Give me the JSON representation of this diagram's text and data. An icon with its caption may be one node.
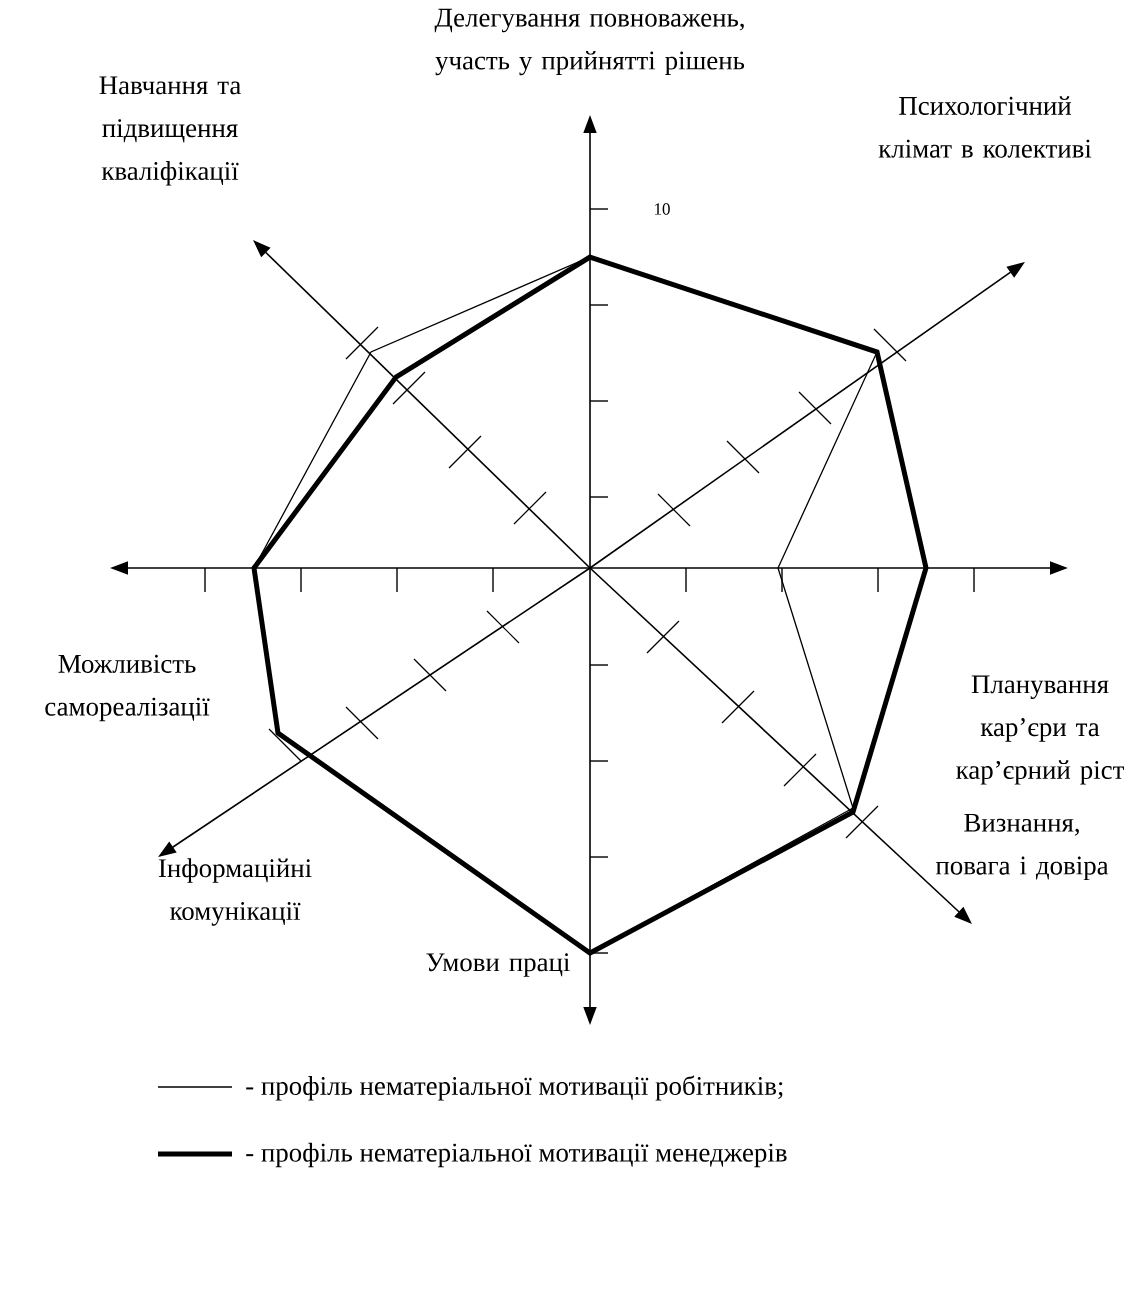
{
  "diagram": {
    "labels": [
      "Делегування повноважень, участь у прийнятті рішень",
      "Навчання та підвищення кваліфікації",
      "Психологічний клімат в колективі",
      "10",
      "Можливість самореалізації",
      "Планування кар’єри та кар’єрний ріст",
      "Інформаційні комунікації",
      "Визнання, повага і довіра",
      "Умови праці"
    ],
    "legend": [
      {
        "text": "- профіль нематеріальної мотивації робітників;"
      },
      {
        "text": "- профіль нематеріальної мотивації менеджерів"
      }
    ]
  }
}
